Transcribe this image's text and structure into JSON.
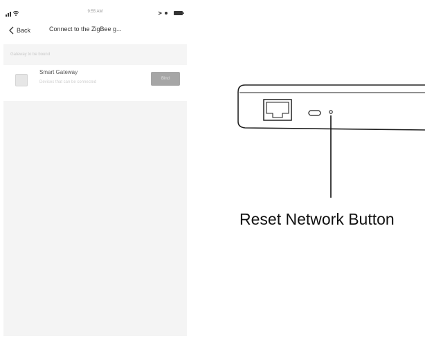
{
  "status_bar": {
    "time": "9:55 AM"
  },
  "nav": {
    "back_label": "Back",
    "title": "Connect to the ZigBee g..."
  },
  "section": {
    "header": "Gateway to be bound"
  },
  "device": {
    "name": "Smart Gateway",
    "subtitle": "Devices that can be connected",
    "bind_label": "Bind",
    "button_color": "#a6a6a6"
  },
  "diagram": {
    "caption": "Reset Network Button",
    "icons": [
      "ethernet-port-icon",
      "usb-port-icon",
      "reset-hole-icon"
    ]
  }
}
